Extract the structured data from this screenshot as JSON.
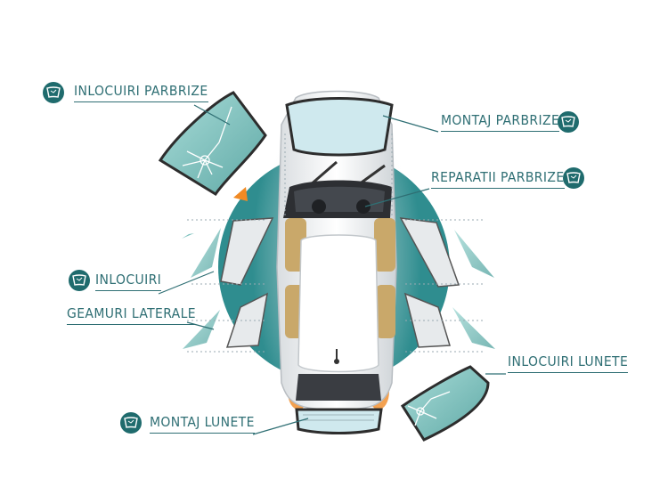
{
  "labels": {
    "inlocuiri_parbrize": "INLOCUIRI PARBRIZE",
    "montaj_parbrize": "MONTAJ PARBRIZE",
    "reparatii_parbrize": "REPARATII PARBRIZE",
    "inlocuiri": "INLOCUIRI",
    "geamuri_laterale": "GEAMURI LATERALE",
    "inlocuiri_lunete": "INLOCUIRI LUNETE",
    "montaj_lunete": "MONTAJ LUNETE"
  },
  "colors": {
    "teal": "#2f8d8f",
    "dark_teal": "#1f6b6d",
    "label_text": "#2f6f74",
    "glass": "#7fc2bf",
    "accent": "#f08a24"
  },
  "icons": [
    "windshield-badge-icon"
  ]
}
